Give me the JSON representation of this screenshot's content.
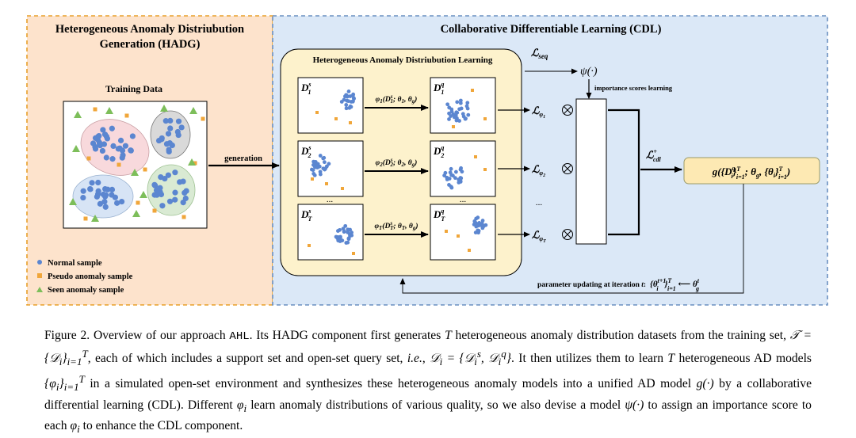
{
  "hadg": {
    "title_line1": "Heterogeneous Anomaly Distriubution",
    "title_line2": "Generation (HADG)",
    "training_data": "Training Data",
    "legend": [
      "Normal sample",
      "Pseudo anomaly sample",
      "Seen anomaly sample"
    ]
  },
  "cdl": {
    "title": "Collaborative Differentiable Learning (CDL)",
    "ahl_title": "Heterogeneous Anomaly Distriubution Learning",
    "generation": "generation",
    "importance": "importance scores learning",
    "param_update": "parameter updating at iteration",
    "ellipsis": "..."
  },
  "colors": {
    "hadg_bg": "#fde3cc",
    "hadg_border": "#e8a02a",
    "cdl_bg": "#dbe8f7",
    "cdl_border": "#6a8fc0",
    "ahl_bg": "#fdf2cc",
    "normal": "#5b86d0",
    "pseudo": "#f0a63a",
    "seen": "#7dbe5a"
  },
  "caption": {
    "fig_label": "Figure 2. Overview of our approach ",
    "method": "AHL",
    "text1": ". Its HADG component first generates ",
    "T": "T",
    "text2": " heterogeneous anomaly distribution datasets from the training set, ",
    "text3": ", each of which includes a support set and open-set query set, ",
    "ie": "i.e.",
    "text4": ". It then utilizes them to learn ",
    "text5": " heterogeneous AD models ",
    "text6": " in a simulated open-set environment and synthesizes these heterogeneous anomaly models into a unified AD model ",
    "text7": " by a collaborative differential learning (CDL). Different ",
    "text8": " learn anomaly distributions of various quality, so we also devise a model ",
    "text9": " to assign an importance score to each ",
    "text10": " to enhance the CDL component."
  }
}
